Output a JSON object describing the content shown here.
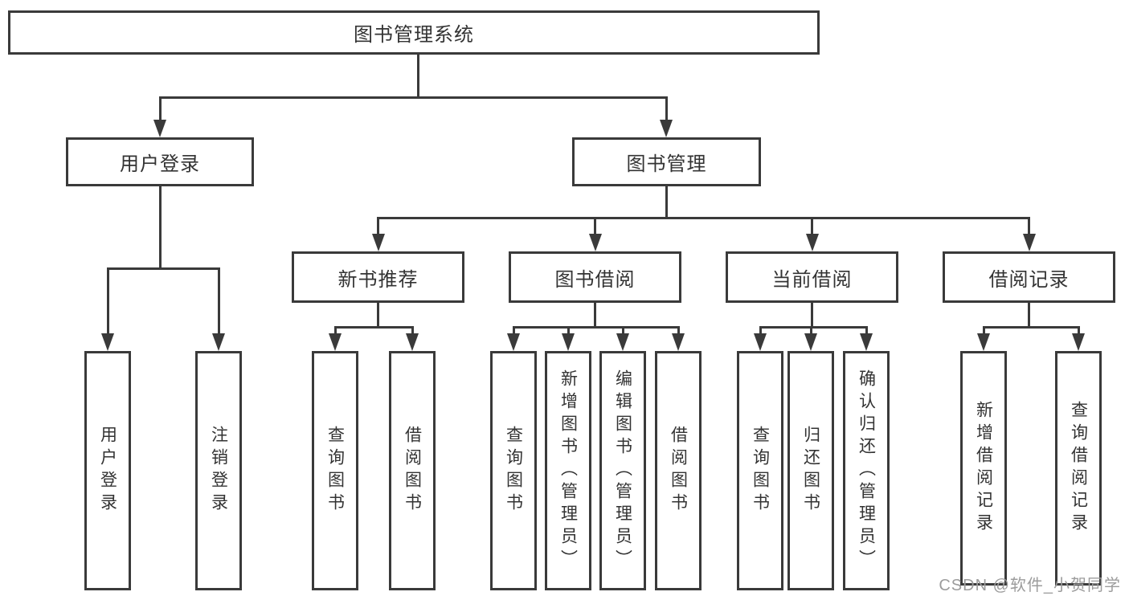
{
  "colors": {
    "line": "#3a3a3a",
    "box_border": "#3a3a3a",
    "text": "#333333",
    "background": "#ffffff",
    "watermark": "#9c9c9c"
  },
  "diagram": {
    "root": {
      "label": "图书管理系统"
    },
    "level2": [
      {
        "label": "用户登录"
      },
      {
        "label": "图书管理"
      }
    ],
    "level3": [
      {
        "label": "新书推荐"
      },
      {
        "label": "图书借阅"
      },
      {
        "label": "当前借阅"
      },
      {
        "label": "借阅记录"
      }
    ],
    "leaves": {
      "user_login": [
        {
          "label": "用户登录"
        },
        {
          "label": "注销登录"
        }
      ],
      "new_book_recommend": [
        {
          "label": "查询图书"
        },
        {
          "label": "借阅图书"
        }
      ],
      "book_borrow": [
        {
          "label": "查询图书"
        },
        {
          "label": "新增图书（管理员）"
        },
        {
          "label": "编辑图书（管理员）"
        },
        {
          "label": "借阅图书"
        }
      ],
      "current_borrow": [
        {
          "label": "查询图书"
        },
        {
          "label": "归还图书"
        },
        {
          "label": "确认归还（管理员）"
        }
      ],
      "borrow_record": [
        {
          "label": "新增借阅记录"
        },
        {
          "label": "查询借阅记录"
        }
      ]
    }
  },
  "watermark": {
    "text": "CSDN @软件_小贺同学"
  }
}
